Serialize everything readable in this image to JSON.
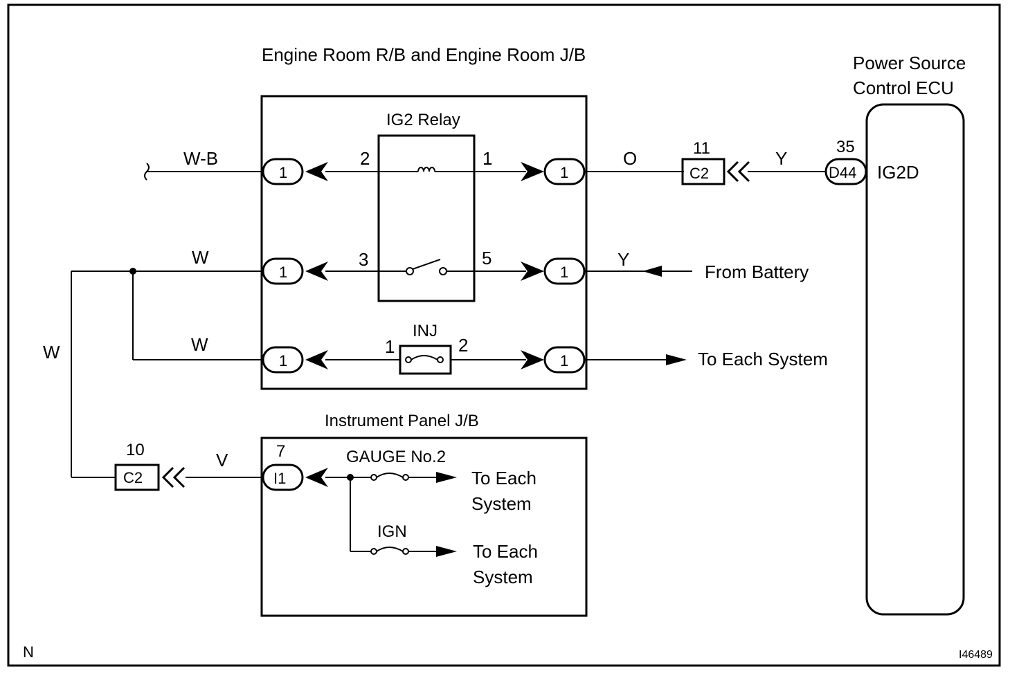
{
  "blocks": {
    "engine_room": "Engine Room R/B and Engine Room J/B",
    "ig2_relay": "IG2 Relay",
    "instrument_panel": "Instrument Panel J/B",
    "ecu_line1": "Power Source",
    "ecu_line2": "Control ECU"
  },
  "wires": {
    "wb": "W-B",
    "w_top": "W",
    "w_mid": "W",
    "w_left": "W",
    "v": "V",
    "o": "O",
    "y_top": "Y",
    "y_batt": "Y"
  },
  "connectors": {
    "jb_left_1": "1",
    "jb_left_2": "1",
    "jb_left_3": "1",
    "jb_right_1": "1",
    "jb_right_2": "1",
    "jb_right_3": "1",
    "i1": "I1",
    "i1_pin": "7",
    "c2_top": "C2",
    "c2_top_pin": "11",
    "c2_bottom": "C2",
    "c2_bottom_pin": "10",
    "d44": "D44",
    "d44_pin": "35"
  },
  "pins": {
    "relay_2": "2",
    "relay_1": "1",
    "relay_3": "3",
    "relay_5": "5",
    "inj_1": "1",
    "inj_2": "2"
  },
  "fuses": {
    "inj": "INJ",
    "gauge": "GAUGE No.2",
    "ign": "IGN"
  },
  "terminals": {
    "ig2d": "IG2D"
  },
  "destinations": {
    "from_battery": "From Battery",
    "to_each_system": "To Each System",
    "gauge_to_line1": "To Each",
    "gauge_to_line2": "System",
    "ign_to_line1": "To Each",
    "ign_to_line2": "System"
  },
  "corner": {
    "left": "N",
    "right": "I46489"
  }
}
